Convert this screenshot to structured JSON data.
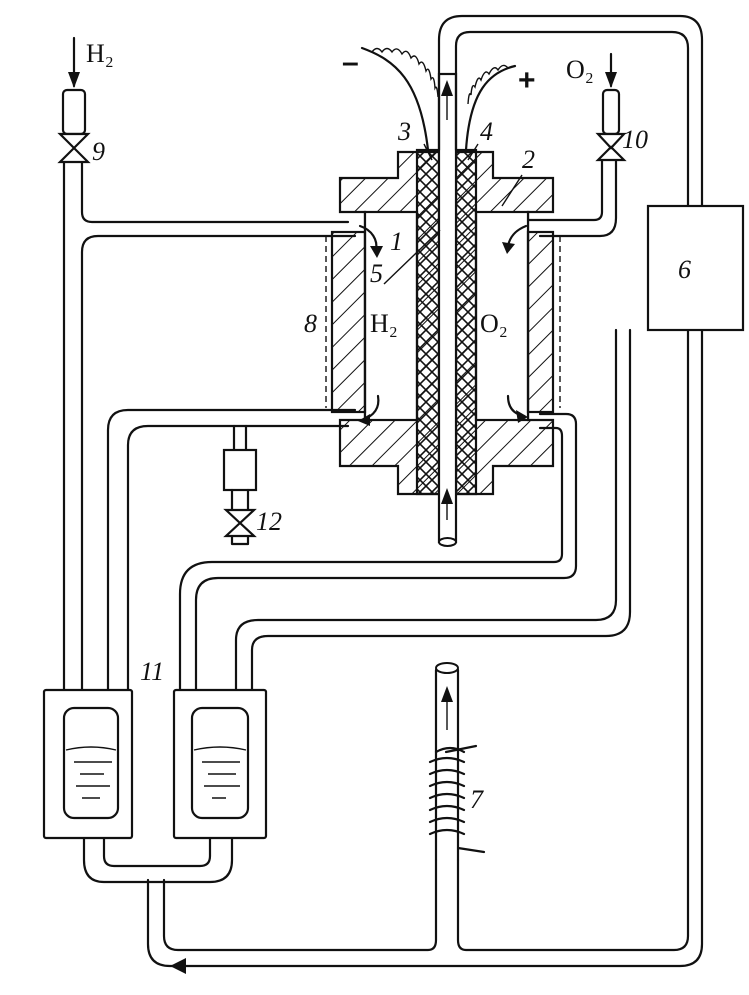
{
  "gases": {
    "hydrogen_inlet": "H₂",
    "oxygen_inlet": "O₂",
    "hydrogen_chamber": "H₂",
    "oxygen_chamber": "O₂"
  },
  "polarity": {
    "negative": "–",
    "positive": "+"
  },
  "callouts": {
    "c1": "1",
    "c2": "2",
    "c3": "3",
    "c4": "4",
    "c5": "5",
    "c6": "6",
    "c7": "7",
    "c8": "8",
    "c9": "9",
    "c10": "10",
    "c11": "11",
    "c12": "12"
  }
}
